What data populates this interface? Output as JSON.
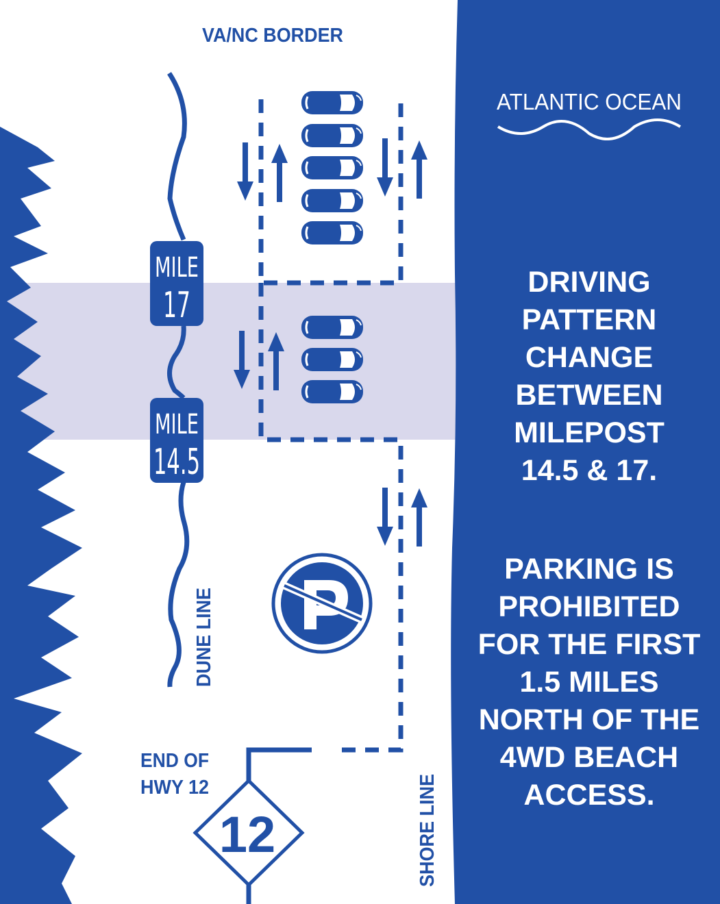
{
  "colors": {
    "blue": "#2150a6",
    "band": "#d9d8ec",
    "white": "#ffffff"
  },
  "labels": {
    "border": "VA/NC BORDER",
    "ocean": "ATLANTIC OCEAN",
    "dune_line": "DUNE LINE",
    "shore_line": "SHORE LINE",
    "end_of_hwy": [
      "END OF",
      "HWY 12"
    ],
    "highway_number": "12"
  },
  "mile_markers": [
    {
      "word": "MILE",
      "number": "17"
    },
    {
      "word": "MILE",
      "number": "14.5"
    }
  ],
  "notice_driving": [
    "DRIVING",
    "PATTERN",
    "CHANGE",
    "BETWEEN",
    "MILEPOST",
    "14.5 & 17."
  ],
  "notice_parking": [
    "PARKING IS",
    "PROHIBITED",
    "FOR THE FIRST",
    "1.5 MILES",
    "NORTH OF THE",
    "4WD BEACH",
    "ACCESS."
  ],
  "icons": {
    "no_parking": "no-parking-sign",
    "car": "parked-car",
    "arrow": "traffic-direction-arrow",
    "highway_shield": "nc-highway-diamond"
  }
}
